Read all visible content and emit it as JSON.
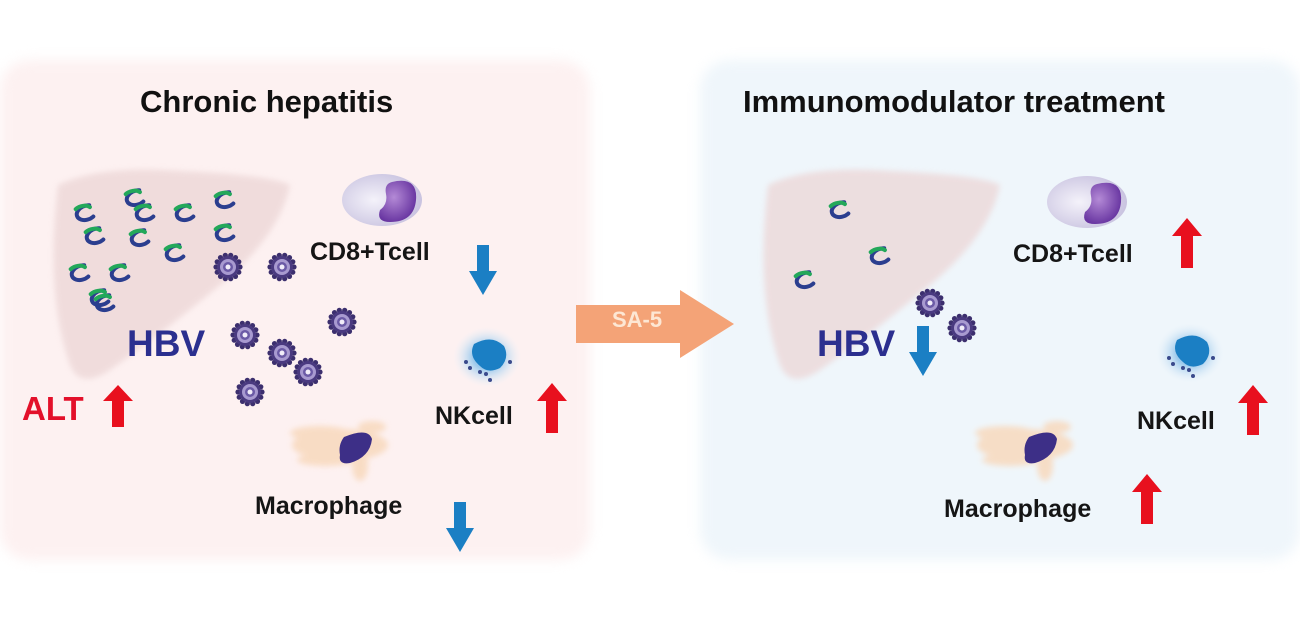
{
  "left_panel": {
    "title": "Chronic hepatitis",
    "labels": {
      "hbv": "HBV",
      "alt": "ALT",
      "cd8": "CD8+Tcell",
      "nk": "NKcell",
      "macrophage": "Macrophage"
    },
    "trends": {
      "alt": "up",
      "cd8": "down",
      "nk": "up",
      "macrophage": "down"
    },
    "hbv_particle_count": 7,
    "cccdna_symbol_count": 13
  },
  "arrow": {
    "label": "SA-5"
  },
  "right_panel": {
    "title": "Immunomodulator treatment",
    "labels": {
      "hbv": "HBV",
      "cd8": "CD8+Tcell",
      "nk": "NKcell",
      "macrophage": "Macrophage"
    },
    "trends": {
      "hbv": "down",
      "cd8": "up",
      "nk": "up",
      "macrophage": "up"
    },
    "hbv_particle_count": 2,
    "cccdna_symbol_count": 3
  },
  "colors": {
    "up_arrow": "#e8101e",
    "down_arrow": "#1b7fc4",
    "hbv_text": "#2b2f8f",
    "alt_text": "#e3102a",
    "sa5_arrow": "#f4a377",
    "liver": "#ecd6d6",
    "virus": "#5a4a8c",
    "cccdna_green": "#23a85a",
    "cccdna_blue": "#2b3e8f"
  }
}
